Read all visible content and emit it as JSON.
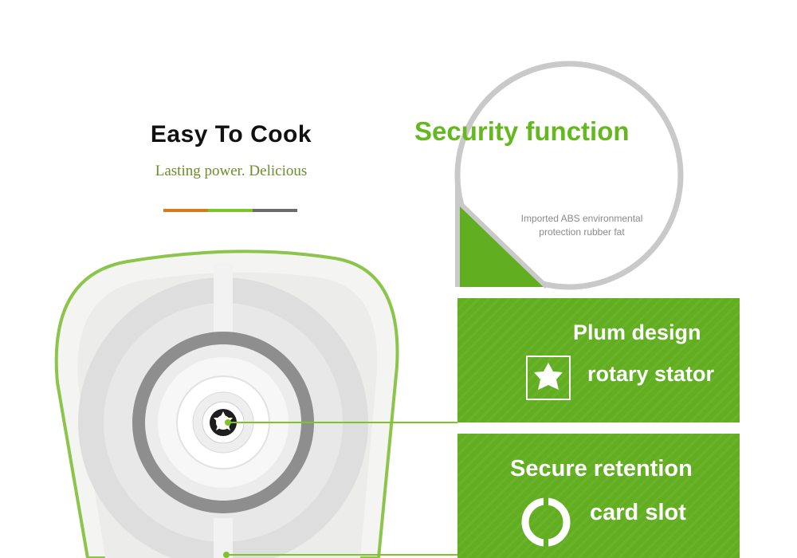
{
  "left": {
    "title": "Easy To Cook",
    "subtitle": "Lasting power. Delicious",
    "divider_colors": [
      "#d67b1e",
      "#7cc427",
      "#6b6b6b"
    ]
  },
  "security": {
    "title": "Security function",
    "caption_line1": "Imported ABS environmental",
    "caption_line2": "protection rubber fat"
  },
  "panel1": {
    "line1": "Plum design",
    "line2": "rotary stator",
    "icon": "plum-star-icon"
  },
  "panel2": {
    "line1": "Secure retention",
    "line2": "card slot",
    "icon": "retention-ring-icon"
  },
  "colors": {
    "accent_green": "#66b821",
    "panel_green": "#62ae21",
    "title_black": "#111111"
  }
}
